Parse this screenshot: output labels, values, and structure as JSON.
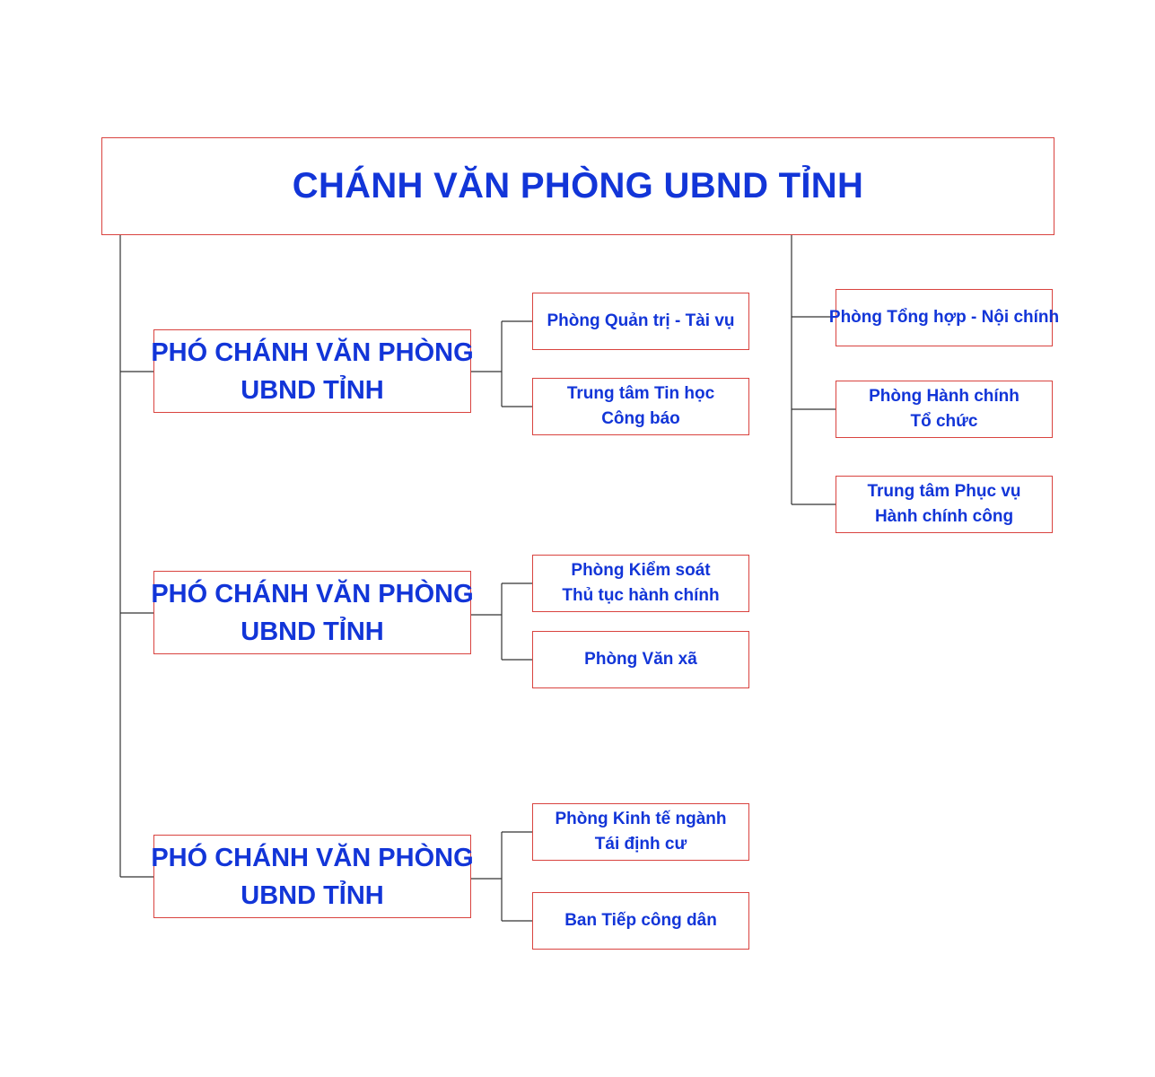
{
  "colors": {
    "text": "#1235d8",
    "border": "#d9433f",
    "lines": "#333333"
  },
  "chart": {
    "top": "CHÁNH VĂN PHÒNG UBND TỈNH",
    "deputies": [
      {
        "line1": "PHÓ CHÁNH VĂN PHÒNG",
        "line2": "UBND TỈNH",
        "units": [
          {
            "line1": "Phòng Quản trị - Tài vụ",
            "line2": ""
          },
          {
            "line1": "Trung tâm Tin học",
            "line2": "Công báo"
          }
        ]
      },
      {
        "line1": "PHÓ CHÁNH VĂN PHÒNG",
        "line2": "UBND TỈNH",
        "units": [
          {
            "line1": "Phòng Kiểm soát",
            "line2": "Thủ tục hành chính"
          },
          {
            "line1": "Phòng Văn xã",
            "line2": ""
          }
        ]
      },
      {
        "line1": "PHÓ CHÁNH VĂN PHÒNG",
        "line2": "UBND TỈNH",
        "units": [
          {
            "line1": "Phòng Kinh tế ngành",
            "line2": "Tái định cư"
          },
          {
            "line1": "Ban Tiếp công dân",
            "line2": ""
          }
        ]
      }
    ],
    "direct_units": [
      {
        "line1": "Phòng Tổng hợp - Nội chính",
        "line2": ""
      },
      {
        "line1": "Phòng Hành chính",
        "line2": "Tổ chức"
      },
      {
        "line1": "Trung tâm Phục vụ",
        "line2": "Hành chính công"
      }
    ]
  }
}
